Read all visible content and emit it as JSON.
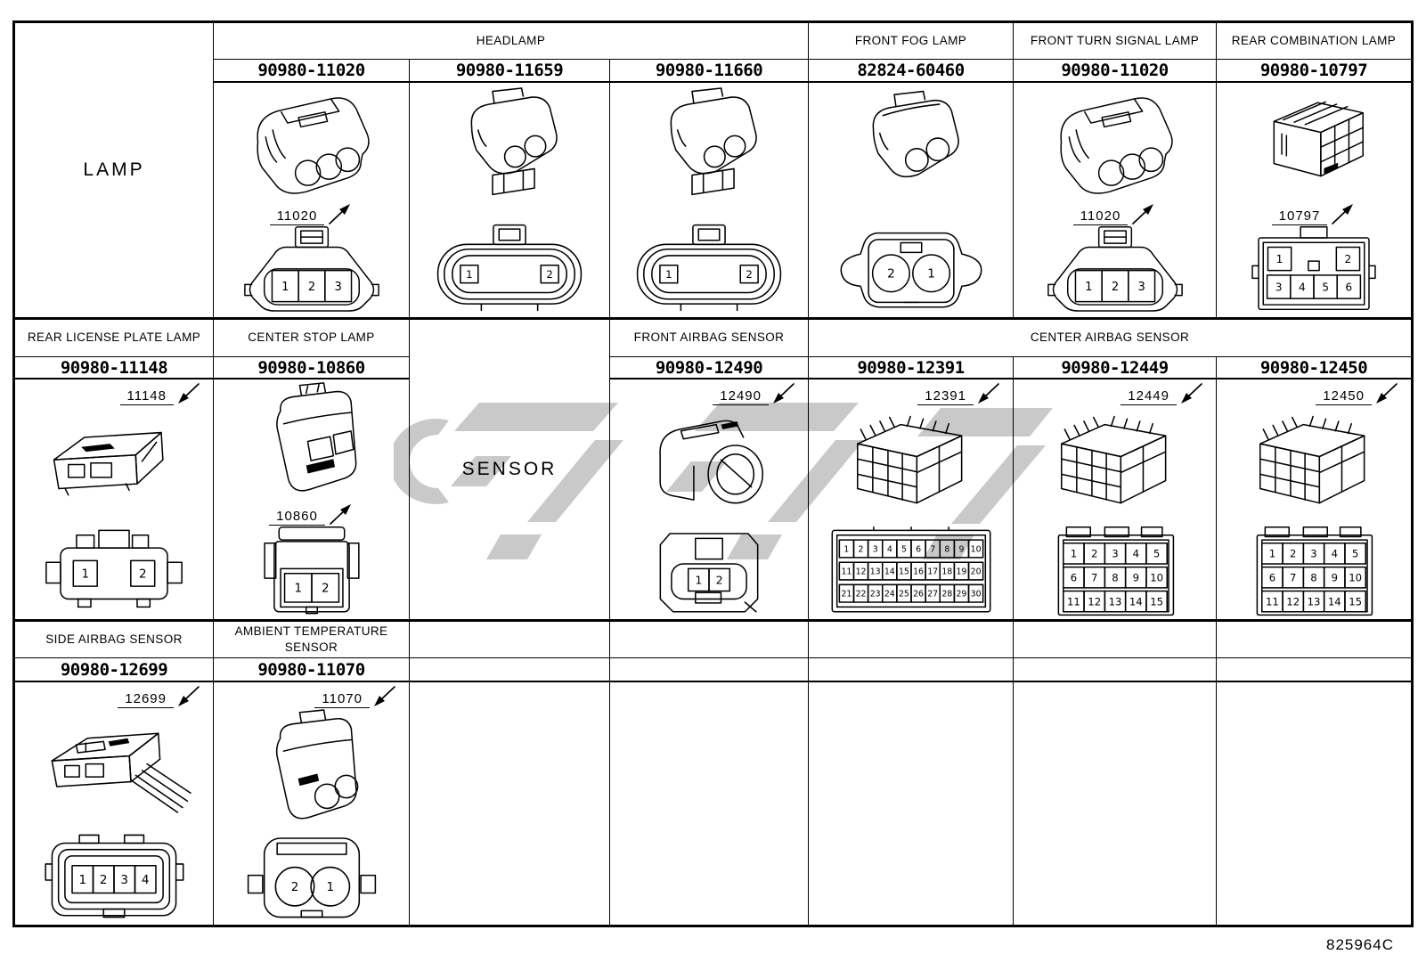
{
  "page": {
    "watermark_color": "#c9c9c9",
    "footer_code": "825964C"
  },
  "labels": {
    "lamp": "LAMP",
    "sensor": "SENSOR"
  },
  "headers": {
    "headlamp": "HEADLAMP",
    "front_fog": "FRONT FOG LAMP",
    "front_turn": "FRONT TURN SIGNAL LAMP",
    "rear_combination": "REAR COMBINATION LAMP",
    "rear_license": "REAR LICENSE PLATE LAMP",
    "center_stop": "CENTER STOP LAMP",
    "front_airbag": "FRONT AIRBAG SENSOR",
    "center_airbag": "CENTER AIRBAG SENSOR",
    "side_airbag": "SIDE AIRBAG SENSOR",
    "ambient_temp": "AMBIENT TEMPERATURE SENSOR"
  },
  "connectors": [
    {
      "id": "headlamp-1",
      "group": "HEADLAMP",
      "part_number": "90980-11020",
      "callout": "11020",
      "pin_rows": [
        [
          "1",
          "2",
          "3"
        ]
      ]
    },
    {
      "id": "headlamp-2",
      "group": "HEADLAMP",
      "part_number": "90980-11659",
      "callout": "",
      "pin_rows": [
        [
          "1",
          "2"
        ]
      ]
    },
    {
      "id": "headlamp-3",
      "group": "HEADLAMP",
      "part_number": "90980-11660",
      "callout": "",
      "pin_rows": [
        [
          "1",
          "2"
        ]
      ]
    },
    {
      "id": "front-fog-lamp",
      "group": "FRONT FOG LAMP",
      "part_number": "82824-60460",
      "callout": "",
      "pin_rows": [
        [
          "2",
          "1"
        ]
      ]
    },
    {
      "id": "front-turn-signal-lamp",
      "group": "FRONT TURN SIGNAL LAMP",
      "part_number": "90980-11020",
      "callout": "11020",
      "pin_rows": [
        [
          "1",
          "2",
          "3"
        ]
      ]
    },
    {
      "id": "rear-combination-lamp",
      "group": "REAR COMBINATION LAMP",
      "part_number": "90980-10797",
      "callout": "10797",
      "pin_rows": [
        [
          "1",
          "2"
        ],
        [
          "3",
          "4",
          "5",
          "6"
        ]
      ]
    },
    {
      "id": "rear-license-plate-lamp",
      "group": "REAR LICENSE PLATE LAMP",
      "part_number": "90980-11148",
      "callout": "11148",
      "pin_rows": [
        [
          "1",
          "2"
        ]
      ]
    },
    {
      "id": "center-stop-lamp",
      "group": "CENTER STOP LAMP",
      "part_number": "90980-10860",
      "callout": "10860",
      "pin_rows": [
        [
          "1",
          "2"
        ]
      ]
    },
    {
      "id": "front-airbag-sensor",
      "group": "FRONT AIRBAG SENSOR",
      "part_number": "90980-12490",
      "callout": "12490",
      "pin_rows": [
        [
          "1",
          "2"
        ]
      ]
    },
    {
      "id": "center-airbag-sensor-1",
      "group": "CENTER AIRBAG SENSOR",
      "part_number": "90980-12391",
      "callout": "12391",
      "pin_rows": [
        [
          "1",
          "2",
          "3",
          "4",
          "5",
          "6",
          "7",
          "8",
          "9",
          "10"
        ],
        [
          "11",
          "12",
          "13",
          "14",
          "15",
          "16",
          "17",
          "18",
          "19",
          "20"
        ],
        [
          "21",
          "22",
          "23",
          "24",
          "25",
          "26",
          "27",
          "28",
          "29",
          "30"
        ]
      ]
    },
    {
      "id": "center-airbag-sensor-2",
      "group": "CENTER AIRBAG SENSOR",
      "part_number": "90980-12449",
      "callout": "12449",
      "pin_rows": [
        [
          "1",
          "2",
          "3",
          "4",
          "5"
        ],
        [
          "6",
          "7",
          "8",
          "9",
          "10"
        ],
        [
          "11",
          "12",
          "13",
          "14",
          "15"
        ]
      ]
    },
    {
      "id": "center-airbag-sensor-3",
      "group": "CENTER AIRBAG SENSOR",
      "part_number": "90980-12450",
      "callout": "12450",
      "pin_rows": [
        [
          "1",
          "2",
          "3",
          "4",
          "5"
        ],
        [
          "6",
          "7",
          "8",
          "9",
          "10"
        ],
        [
          "11",
          "12",
          "13",
          "14",
          "15"
        ]
      ]
    },
    {
      "id": "side-airbag-sensor",
      "group": "SIDE AIRBAG SENSOR",
      "part_number": "90980-12699",
      "callout": "12699",
      "pin_rows": [
        [
          "1",
          "2",
          "3",
          "4"
        ]
      ]
    },
    {
      "id": "ambient-temperature-sensor",
      "group": "AMBIENT TEMPERATURE SENSOR",
      "part_number": "90980-11070",
      "callout": "11070",
      "pin_rows": [
        [
          "2",
          "1"
        ]
      ]
    }
  ]
}
